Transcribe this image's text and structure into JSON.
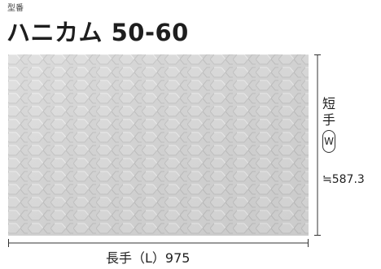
{
  "header": {
    "model_label": "型番",
    "product_name": "ハニカム 50-60"
  },
  "swatch": {
    "pattern": "honeycomb-embossed",
    "base_color": "#d9d9d9",
    "highlight_color": "#ececec",
    "shadow_color": "#bdbdbd"
  },
  "dimensions": {
    "width_label_chars": [
      "短",
      "手"
    ],
    "width_letter": "W",
    "width_value": "≒587.3",
    "length_label": "長手（L）975"
  }
}
